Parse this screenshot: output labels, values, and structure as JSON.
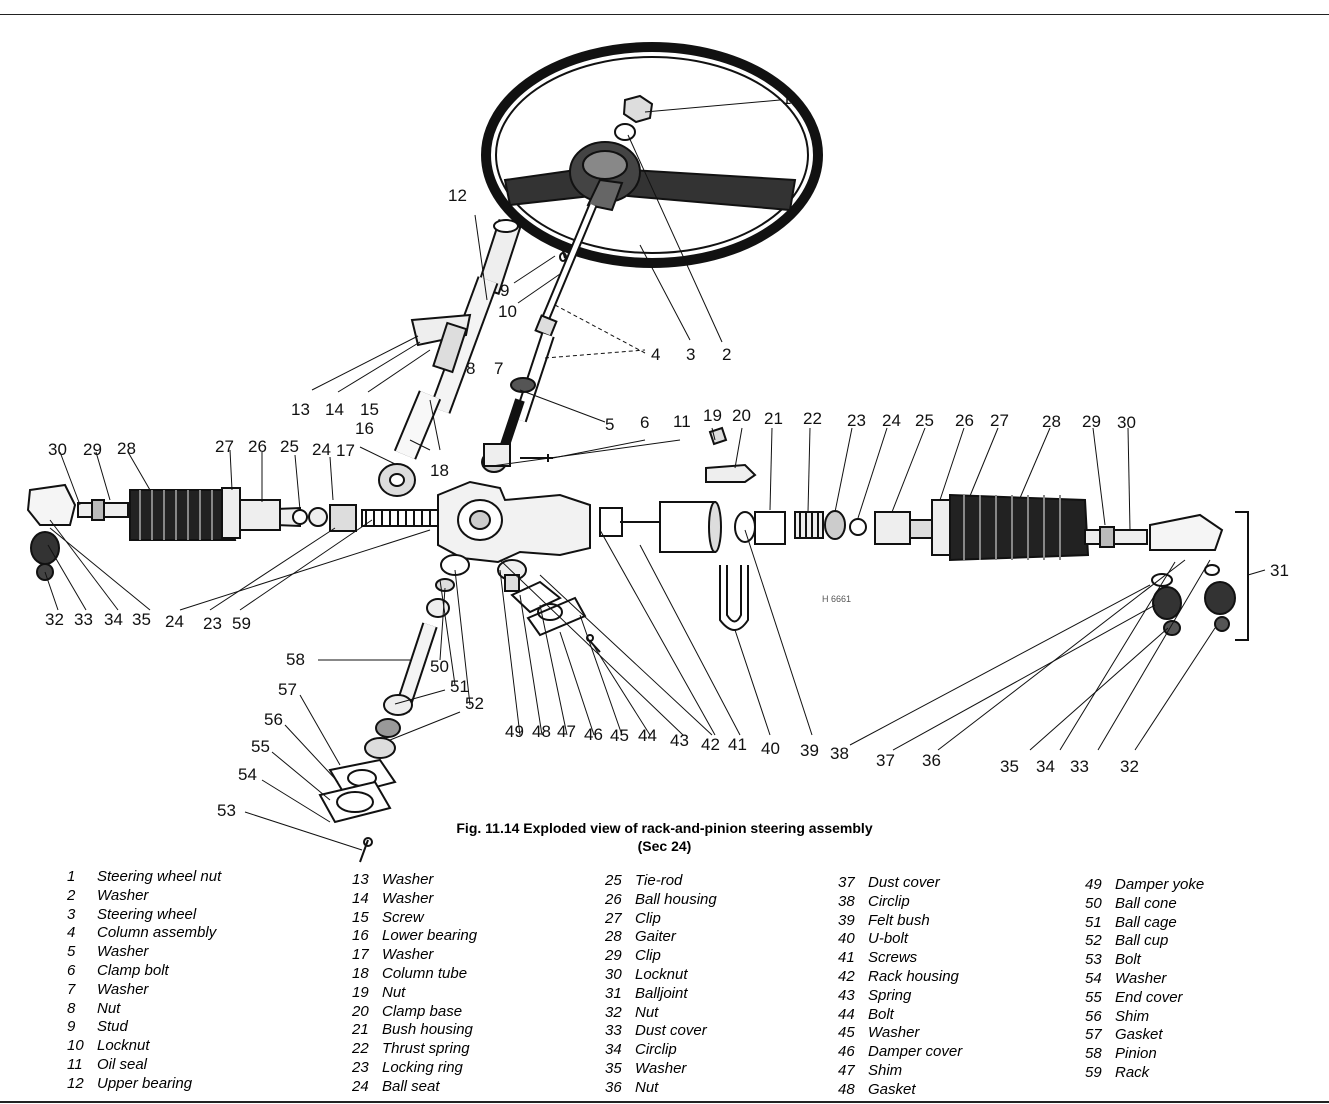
{
  "figure": {
    "caption_line1": "Fig. 11.14 Exploded view of rack-and-pinion steering assembly",
    "caption_line2": "(Sec 24)",
    "drawing_code": "H 6661"
  },
  "callouts": {
    "c1": "1",
    "c2": "2",
    "c3": "3",
    "c4": "4",
    "c5": "5",
    "c6": "6",
    "c7": "7",
    "c8": "8",
    "c9": "9",
    "c10": "10",
    "c11": "11",
    "c12": "12",
    "c13": "13",
    "c14": "14",
    "c15": "15",
    "c16": "16",
    "c17": "17",
    "c18": "18",
    "c19": "19",
    "c20": "20",
    "c21": "21",
    "c22": "22",
    "c23": "23",
    "c24": "24",
    "c25": "25",
    "c26": "26",
    "c27": "27",
    "c28": "28",
    "c29": "29",
    "c30": "30",
    "c31": "31",
    "c32": "32",
    "c33": "33",
    "c34": "34",
    "c35": "35",
    "c36": "36",
    "c37": "37",
    "c38": "38",
    "c39": "39",
    "c40": "40",
    "c41": "41",
    "c42": "42",
    "c43": "43",
    "c44": "44",
    "c45": "45",
    "c46": "46",
    "c47": "47",
    "c48": "48",
    "c49": "49",
    "c50": "50",
    "c51": "51",
    "c52": "52",
    "c53": "53",
    "c54": "54",
    "c55": "55",
    "c56": "56",
    "c57": "57",
    "c58": "58",
    "c59": "59"
  },
  "key": {
    "col1": [
      {
        "n": "1",
        "label": "Steering wheel nut"
      },
      {
        "n": "2",
        "label": "Washer"
      },
      {
        "n": "3",
        "label": "Steering wheel"
      },
      {
        "n": "4",
        "label": "Column assembly"
      },
      {
        "n": "5",
        "label": "Washer"
      },
      {
        "n": "6",
        "label": "Clamp bolt"
      },
      {
        "n": "7",
        "label": "Washer"
      },
      {
        "n": "8",
        "label": "Nut"
      },
      {
        "n": "9",
        "label": "Stud"
      },
      {
        "n": "10",
        "label": "Locknut"
      },
      {
        "n": "11",
        "label": "Oil seal"
      },
      {
        "n": "12",
        "label": "Upper bearing"
      }
    ],
    "col2": [
      {
        "n": "13",
        "label": "Washer"
      },
      {
        "n": "14",
        "label": "Washer"
      },
      {
        "n": "15",
        "label": "Screw"
      },
      {
        "n": "16",
        "label": "Lower bearing"
      },
      {
        "n": "17",
        "label": "Washer"
      },
      {
        "n": "18",
        "label": "Column tube"
      },
      {
        "n": "19",
        "label": "Nut"
      },
      {
        "n": "20",
        "label": "Clamp base"
      },
      {
        "n": "21",
        "label": "Bush housing"
      },
      {
        "n": "22",
        "label": "Thrust spring"
      },
      {
        "n": "23",
        "label": "Locking ring"
      },
      {
        "n": "24",
        "label": "Ball seat"
      }
    ],
    "col3": [
      {
        "n": "25",
        "label": "Tie-rod"
      },
      {
        "n": "26",
        "label": "Ball housing"
      },
      {
        "n": "27",
        "label": "Clip"
      },
      {
        "n": "28",
        "label": "Gaiter"
      },
      {
        "n": "29",
        "label": "Clip"
      },
      {
        "n": "30",
        "label": "Locknut"
      },
      {
        "n": "31",
        "label": "Balljoint"
      },
      {
        "n": "32",
        "label": "Nut"
      },
      {
        "n": "33",
        "label": "Dust cover"
      },
      {
        "n": "34",
        "label": "Circlip"
      },
      {
        "n": "35",
        "label": "Washer"
      },
      {
        "n": "36",
        "label": "Nut"
      }
    ],
    "col4": [
      {
        "n": "37",
        "label": "Dust cover"
      },
      {
        "n": "38",
        "label": "Circlip"
      },
      {
        "n": "39",
        "label": "Felt bush"
      },
      {
        "n": "40",
        "label": "U-bolt"
      },
      {
        "n": "41",
        "label": "Screws"
      },
      {
        "n": "42",
        "label": "Rack housing"
      },
      {
        "n": "43",
        "label": "Spring"
      },
      {
        "n": "44",
        "label": "Bolt"
      },
      {
        "n": "45",
        "label": "Washer"
      },
      {
        "n": "46",
        "label": "Damper cover"
      },
      {
        "n": "47",
        "label": "Shim"
      },
      {
        "n": "48",
        "label": "Gasket"
      }
    ],
    "col5": [
      {
        "n": "49",
        "label": "Damper yoke"
      },
      {
        "n": "50",
        "label": "Ball cone"
      },
      {
        "n": "51",
        "label": "Ball cage"
      },
      {
        "n": "52",
        "label": "Ball cup"
      },
      {
        "n": "53",
        "label": "Bolt"
      },
      {
        "n": "54",
        "label": "Washer"
      },
      {
        "n": "55",
        "label": "End cover"
      },
      {
        "n": "56",
        "label": "Shim"
      },
      {
        "n": "57",
        "label": "Gasket"
      },
      {
        "n": "58",
        "label": "Pinion"
      },
      {
        "n": "59",
        "label": "Rack"
      }
    ]
  }
}
